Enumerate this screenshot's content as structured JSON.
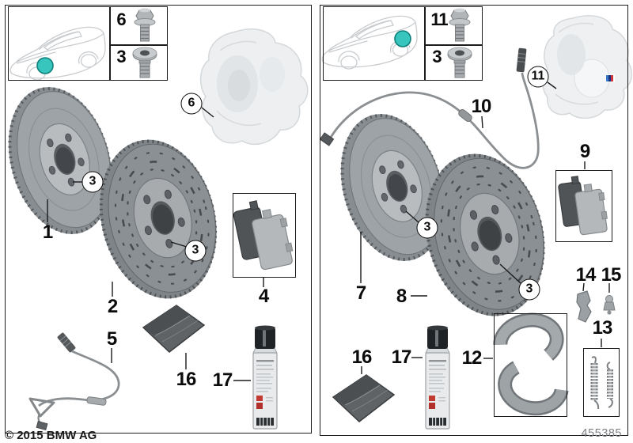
{
  "footer": {
    "copyright": "© 2015 BMW AG",
    "doc_number": "455385"
  },
  "colors": {
    "highlight": "#38c5bd",
    "ink": "#1c1c1c",
    "ghost": "#c9cccf",
    "metal": "#9da3a7"
  },
  "front_axle": {
    "fasteners": {
      "bolt": "6",
      "screw": "3"
    },
    "callouts": {
      "caliper": "6",
      "disc_standard_hub": "3",
      "disc_sport_hub": "3"
    },
    "labels": {
      "disc_standard": "1",
      "disc_sport": "2",
      "brake_pads": "4",
      "wear_sensor": "5",
      "repair_pouch": "16",
      "brake_cleaner": "17"
    }
  },
  "rear_axle": {
    "fasteners": {
      "bolt": "11",
      "screw": "3"
    },
    "callouts": {
      "caliper": "11",
      "disc_standard_hub": "3",
      "disc_sport_hub": "3"
    },
    "labels": {
      "disc_standard": "7",
      "disc_sport": "8",
      "brake_pads": "9",
      "sensor_wire": "10",
      "shoe_kit": "12",
      "spring_kit": "13",
      "bracket": "14",
      "adjuster": "15",
      "repair_pouch": "16",
      "brake_cleaner": "17"
    }
  }
}
